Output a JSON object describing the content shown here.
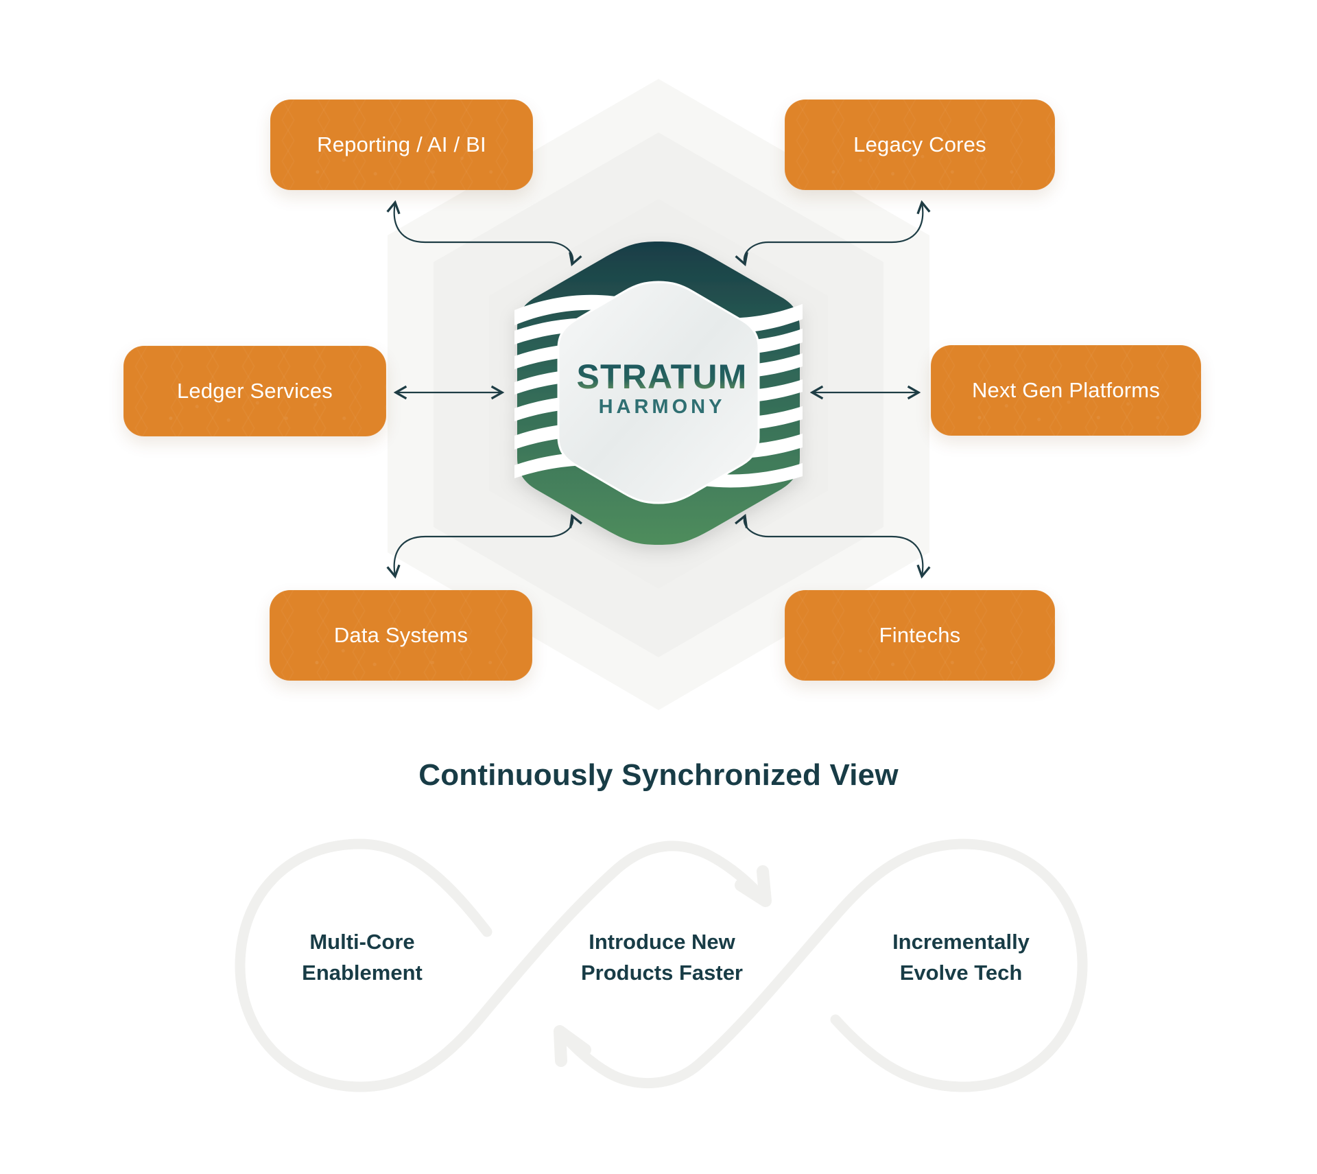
{
  "colors": {
    "box_orange": "#df8429",
    "text_dark": "#183c46",
    "arrow_dark": "#1e3d45",
    "logo_teal": "#1d5a57",
    "logo_green": "#4f8d5c",
    "background_grey": "#f6f6f4"
  },
  "systems": {
    "reporting": {
      "label": "Reporting / AI / BI"
    },
    "legacy": {
      "label": "Legacy Cores"
    },
    "ledger": {
      "label": "Ledger Services"
    },
    "nextgen": {
      "label": "Next Gen Platforms"
    },
    "data": {
      "label": "Data Systems"
    },
    "fintechs": {
      "label": "Fintechs"
    }
  },
  "logo": {
    "name": "STRATUM",
    "subtitle": "HARMONY"
  },
  "section_heading": "Continuously Synchronized View",
  "benefits": [
    {
      "label": "Multi-Core\nEnablement"
    },
    {
      "label": "Introduce New\nProducts Faster"
    },
    {
      "label": "Incrementally\nEvolve Tech"
    }
  ],
  "icons": {
    "arrow": "double-arrow-icon",
    "logo": "stratum-harmony-logo",
    "loop": "infinity-loop-icon"
  }
}
